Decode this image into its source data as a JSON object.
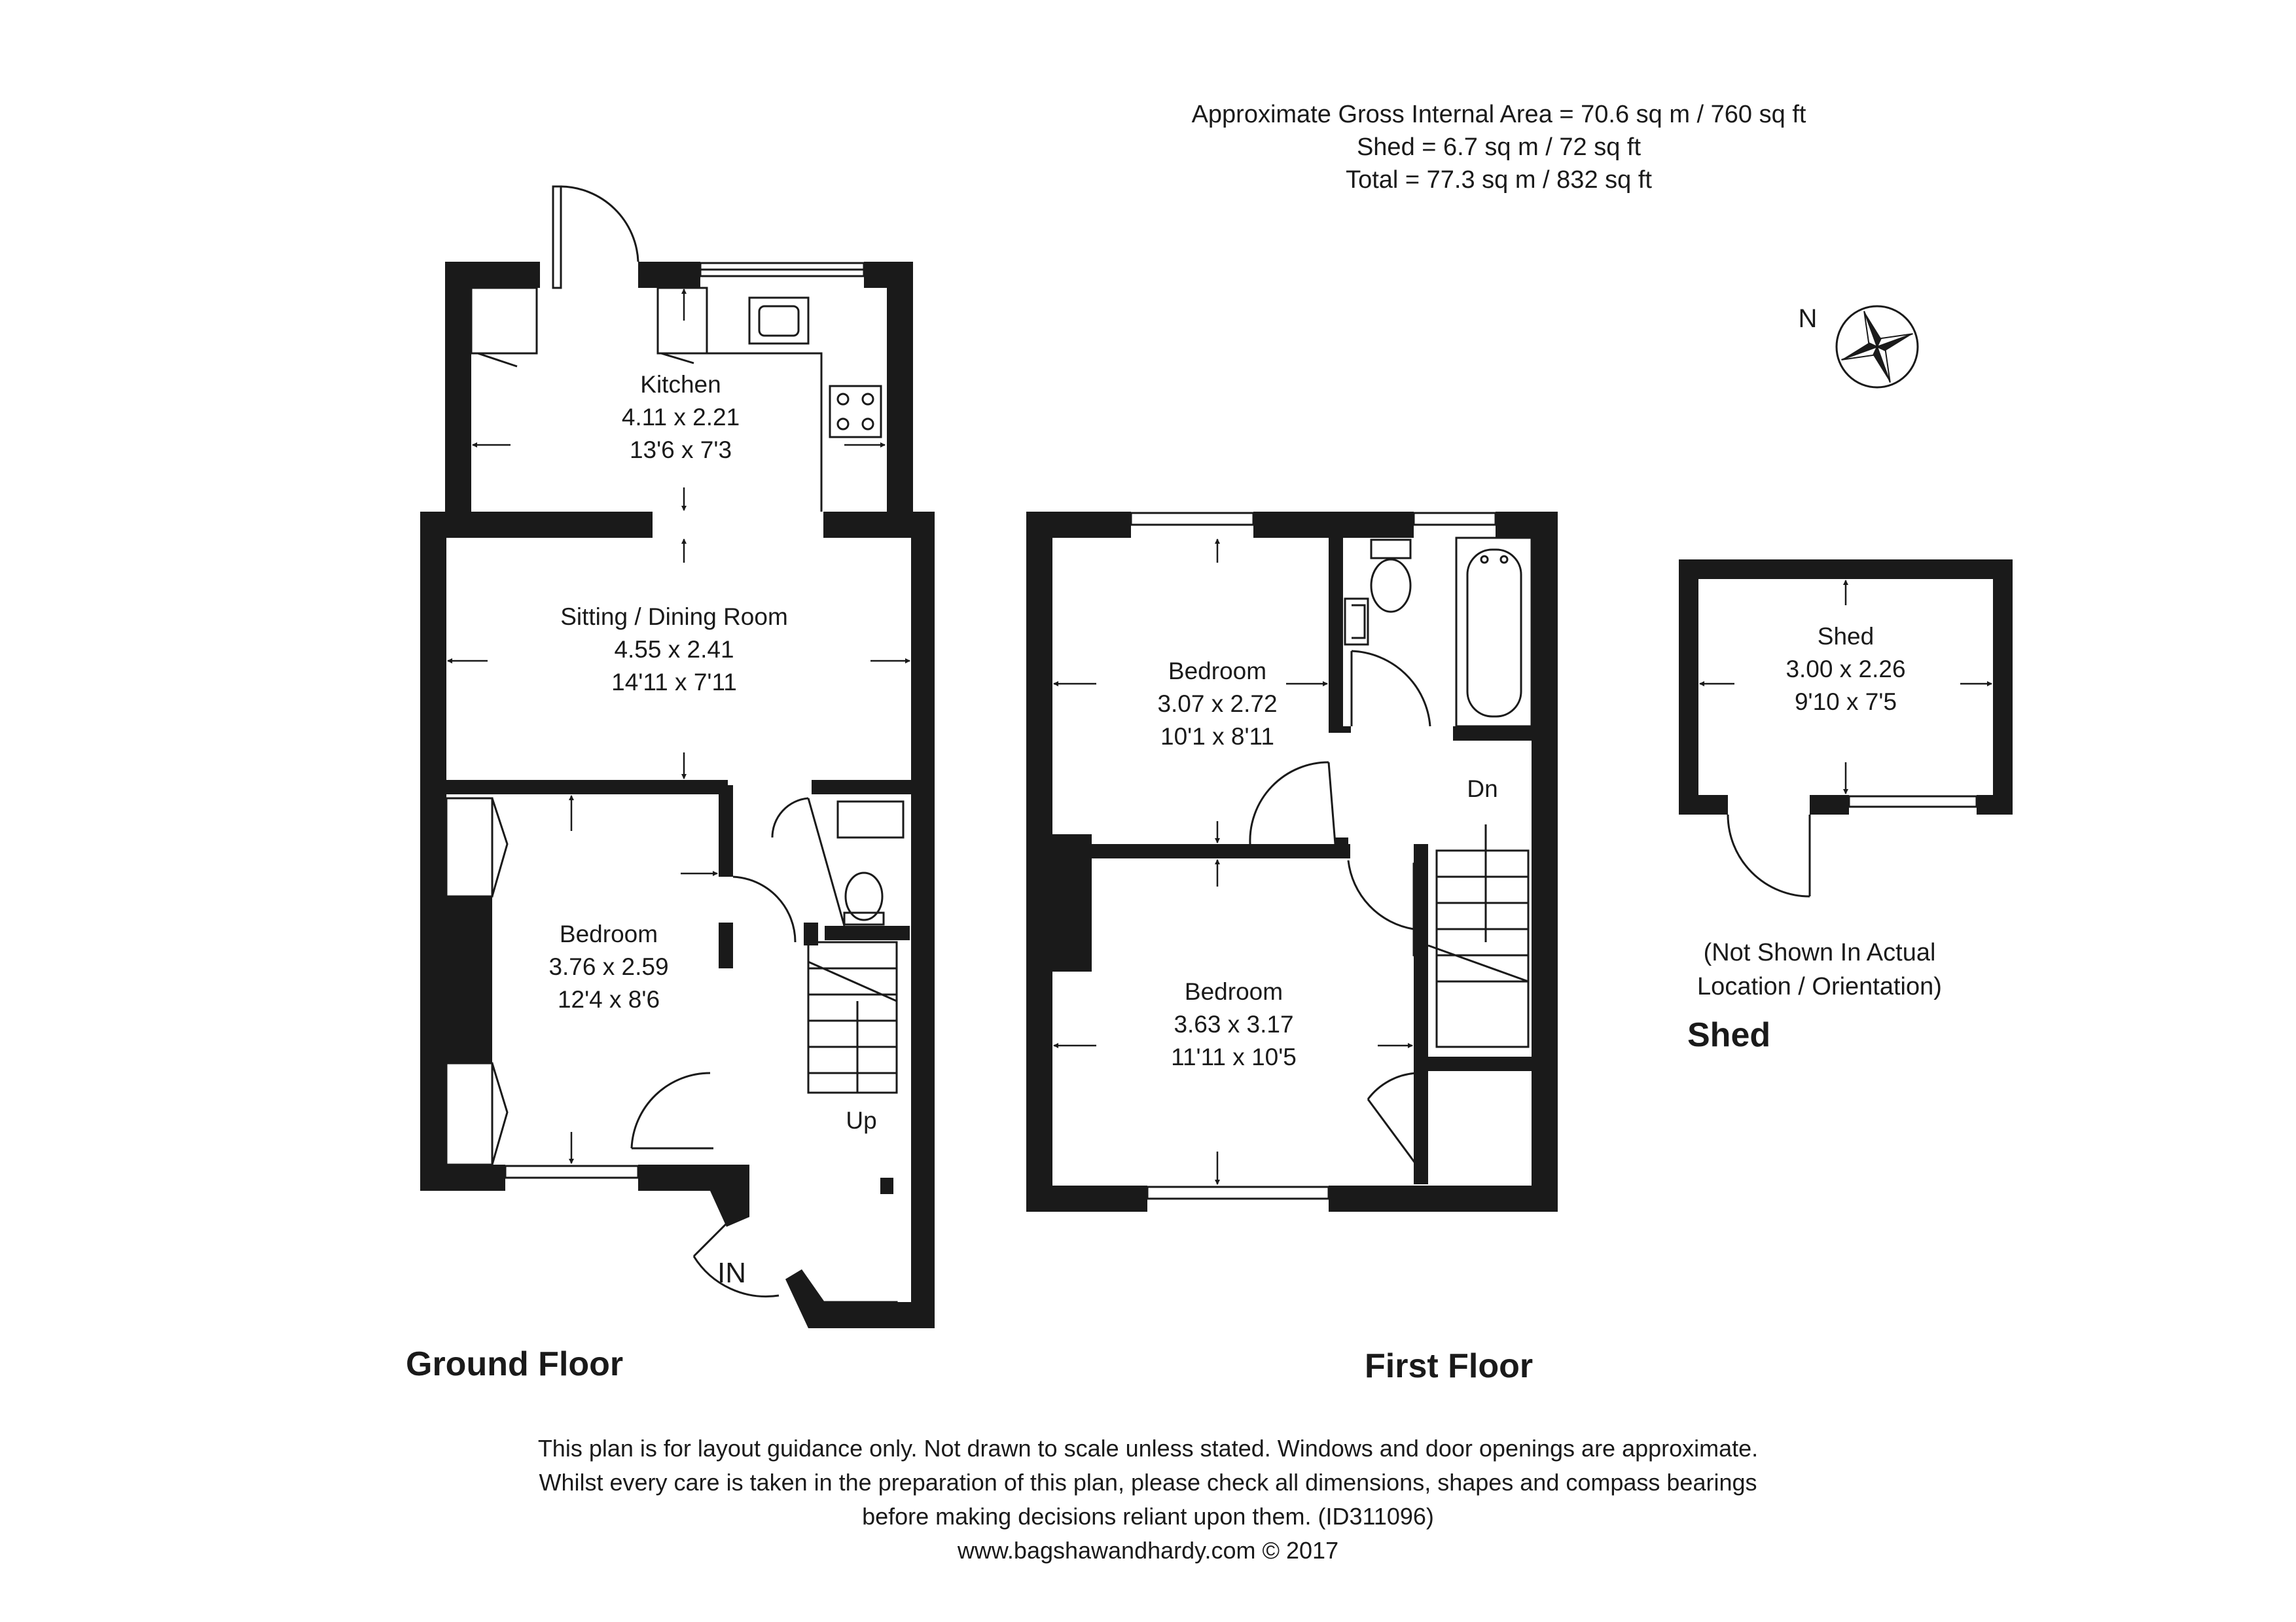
{
  "areas": {
    "gross": "Approximate Gross Internal Area = 70.6 sq m / 760 sq ft",
    "shed": "Shed = 6.7 sq m / 72 sq ft",
    "total": "Total = 77.3 sq m / 832 sq ft"
  },
  "compass": {
    "north_label": "N"
  },
  "ground_floor": {
    "title": "Ground Floor",
    "kitchen": {
      "name": "Kitchen",
      "metric": "4.11 x 2.21",
      "imperial": "13'6 x 7'3"
    },
    "sitting": {
      "name": "Sitting / Dining Room",
      "metric": "4.55 x 2.41",
      "imperial": "14'11 x 7'11"
    },
    "bedroom": {
      "name": "Bedroom",
      "metric": "3.76 x 2.59",
      "imperial": "12'4 x 8'6"
    },
    "stairs_label": "Up",
    "entrance_label": "IN"
  },
  "first_floor": {
    "title": "First Floor",
    "bedroom_rear": {
      "name": "Bedroom",
      "metric": "3.07 x 2.72",
      "imperial": "10'1 x 8'11"
    },
    "bedroom_front": {
      "name": "Bedroom",
      "metric": "3.63 x 3.17",
      "imperial": "11'11 x 10'5"
    },
    "stairs_label": "Dn"
  },
  "shed": {
    "title": "Shed",
    "room": {
      "name": "Shed",
      "metric": "3.00 x 2.26",
      "imperial": "9'10 x 7'5"
    },
    "note_line1": "(Not Shown In Actual",
    "note_line2": "Location / Orientation)"
  },
  "disclaimer": {
    "line1": "This plan is for layout guidance only. Not drawn to scale unless stated. Windows and door openings are approximate.",
    "line2": "Whilst every care is taken in the preparation of this plan, please check all dimensions, shapes and compass bearings",
    "line3": "before making decisions reliant upon them. (ID311096)",
    "website": "www.bagshawandhardy.com © 2017"
  },
  "colors": {
    "wall": "#1a1a1a",
    "line": "#1a1a1a",
    "background": "#ffffff"
  }
}
